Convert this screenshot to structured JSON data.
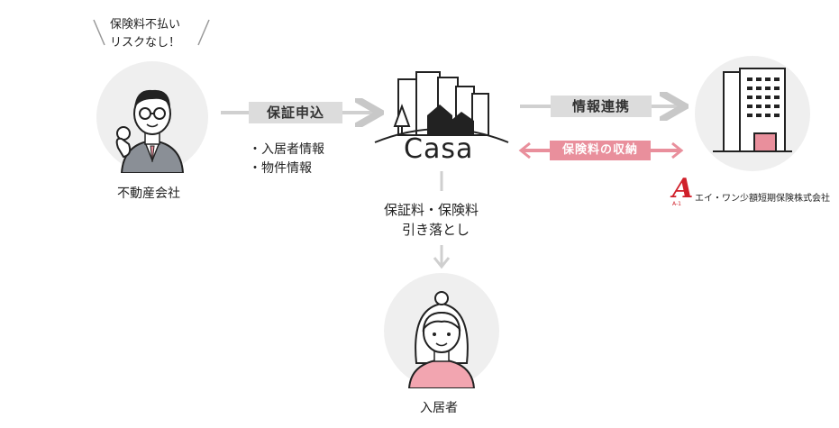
{
  "agency": {
    "name": "不動産会社",
    "bubble_line1": "保険料不払い",
    "bubble_line2": "リスクなし！"
  },
  "flow_apply": {
    "label": "保証申込",
    "items": [
      "・入居者情報",
      "・物件情報"
    ]
  },
  "casa": {
    "logo_text": "Casa"
  },
  "flow_info": {
    "label": "情報連携"
  },
  "flow_collect": {
    "label": "保険料の収納"
  },
  "insurer": {
    "name": "エイ・ワン少額短期保険株式会社",
    "logo_mark": "A",
    "logo_sub": "A-1"
  },
  "flow_debit": {
    "line1": "保証料・保険料",
    "line2": "引き落とし"
  },
  "tenant": {
    "name": "入居者"
  },
  "colors": {
    "arrow_gray": "#d0d0d0",
    "pink": "#e98f9c",
    "brand_red": "#d0202a",
    "circle_bg": "#efefef"
  }
}
